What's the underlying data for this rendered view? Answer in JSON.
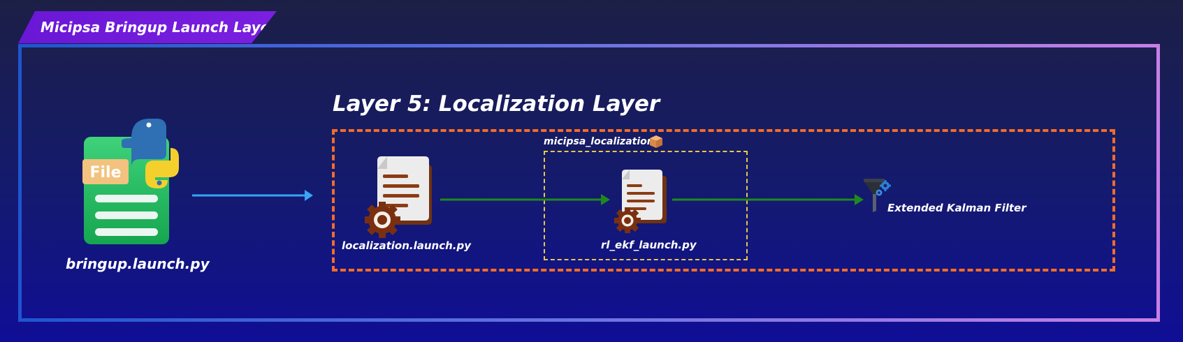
{
  "header": {
    "title": "Micipsa Bringup Launch Layers"
  },
  "layer": {
    "title": "Layer 5: Localization Layer"
  },
  "package": {
    "label": "micipsa_localization",
    "icon": "package-icon"
  },
  "nodes": {
    "bringup": {
      "label": "bringup.launch.py",
      "badge": "File",
      "icon": "python-file-icon"
    },
    "localization": {
      "label": "localization.launch.py",
      "icon": "launch-file-gear-icon"
    },
    "ekf": {
      "label": "rl_ekf_launch.py",
      "icon": "launch-file-gear-icon"
    },
    "kalman": {
      "label": "Extended Kalman Filter",
      "icon": "filter-funnel-icon"
    }
  },
  "colors": {
    "layer_border": "#f26c2a",
    "package_border": "#e6c84b",
    "blue_arrow": "#3aa4f5",
    "green_arrow": "#1e8a1e",
    "title_tab": "#6a17d6"
  }
}
